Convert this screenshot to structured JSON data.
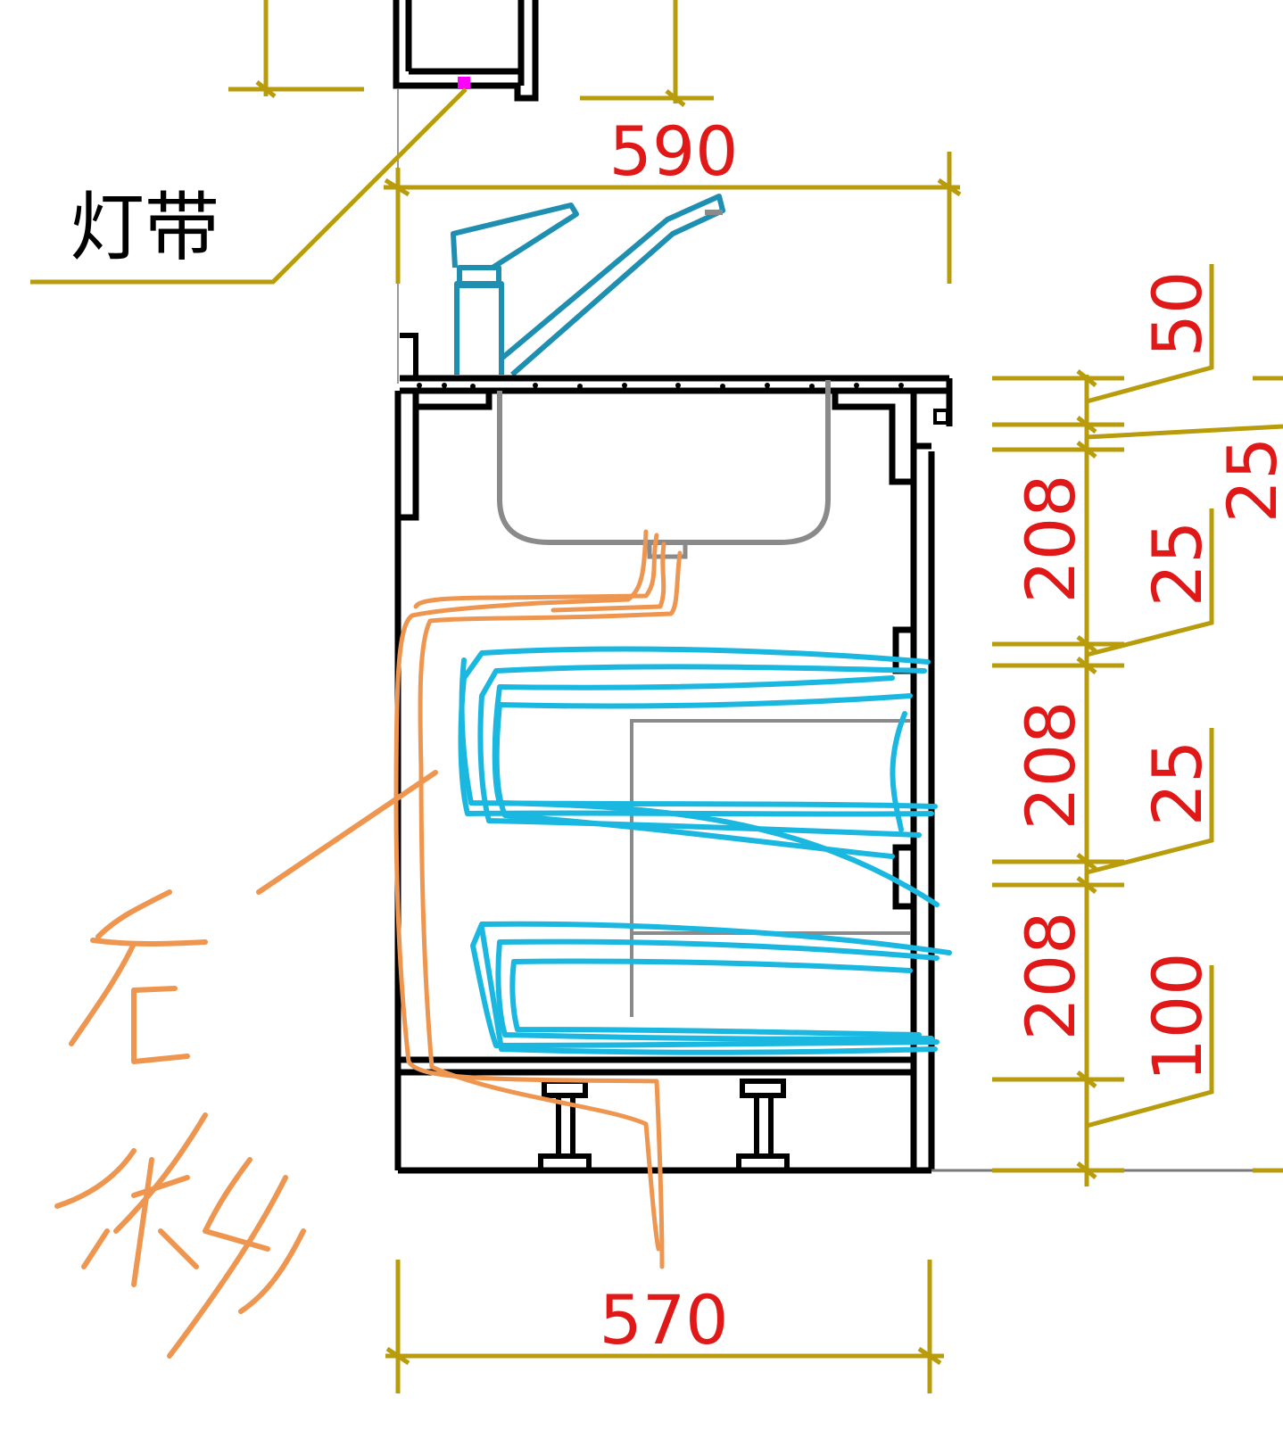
{
  "colors": {
    "dimension_line": "#b89c0c",
    "dimension_text": "#e01818",
    "outline": "#000000",
    "faucet": "#1e8fb0",
    "basin": "#8a8a8a",
    "pipe_annotation": "#ee9650",
    "drawer_annotation": "#1ab8e0",
    "marker": "#ff00ff"
  },
  "labels": {
    "light_strip": "灯带",
    "handwritten_note": "后移"
  },
  "dimensions": {
    "top_width": "590",
    "bottom_width": "570",
    "drawer_height_1": "208",
    "drawer_height_2": "208",
    "drawer_height_3": "208",
    "top_gap": "50",
    "gap_a": "25",
    "gap_b": "25",
    "gap_c": "25",
    "plinth": "100"
  }
}
